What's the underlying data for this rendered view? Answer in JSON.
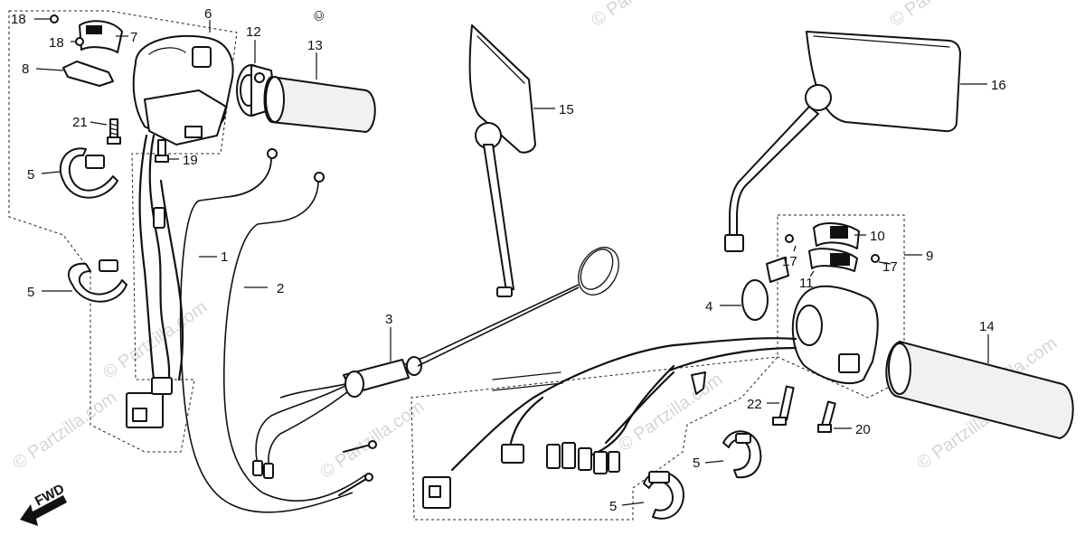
{
  "copyright_mark": "©",
  "watermark_text": "© Partzilla.com",
  "fwd_label": "FWD",
  "callouts": [
    {
      "id": "c18a",
      "label": "18"
    },
    {
      "id": "c18b",
      "label": "18"
    },
    {
      "id": "c6",
      "label": "6"
    },
    {
      "id": "c7",
      "label": "7"
    },
    {
      "id": "c8",
      "label": "8"
    },
    {
      "id": "c12",
      "label": "12"
    },
    {
      "id": "c13",
      "label": "13"
    },
    {
      "id": "c21",
      "label": "21"
    },
    {
      "id": "c19",
      "label": "19"
    },
    {
      "id": "c5a",
      "label": "5"
    },
    {
      "id": "c5b",
      "label": "5"
    },
    {
      "id": "c1",
      "label": "1"
    },
    {
      "id": "c2",
      "label": "2"
    },
    {
      "id": "c3",
      "label": "3"
    },
    {
      "id": "c15",
      "label": "15"
    },
    {
      "id": "c16",
      "label": "16"
    },
    {
      "id": "c10",
      "label": "10"
    },
    {
      "id": "c9",
      "label": "9"
    },
    {
      "id": "c17a",
      "label": "17"
    },
    {
      "id": "c17b",
      "label": "17"
    },
    {
      "id": "c11",
      "label": "11"
    },
    {
      "id": "c4",
      "label": "4"
    },
    {
      "id": "c14",
      "label": "14"
    },
    {
      "id": "c22",
      "label": "22"
    },
    {
      "id": "c20",
      "label": "20"
    },
    {
      "id": "c5c",
      "label": "5"
    },
    {
      "id": "c5d",
      "label": "5"
    }
  ]
}
